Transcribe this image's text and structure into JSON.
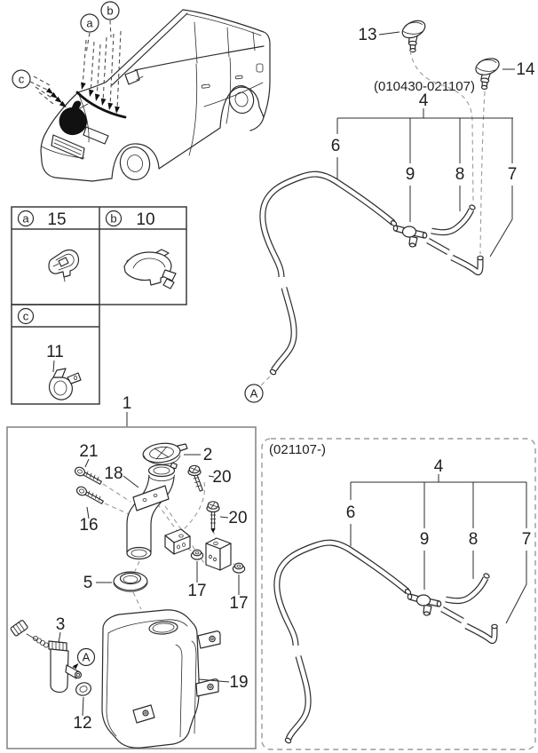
{
  "colors": {
    "background": "#ffffff",
    "line": "#2b2b2b",
    "text": "#1f1f1f",
    "box_border": "#8f8f8f",
    "dashed_leader": "#9a9a9a",
    "solid_fill": "#111111"
  },
  "van": {
    "callout_a": "a",
    "callout_b": "b",
    "callout_c": "c"
  },
  "clip_table": {
    "cell_a": {
      "letter": "a",
      "part_no": "15"
    },
    "cell_b": {
      "letter": "b",
      "part_no": "10"
    },
    "cell_c": {
      "letter": "c",
      "part_no": "11"
    }
  },
  "hose_early": {
    "range_code": "(010430-021107)",
    "nozzle_left": "13",
    "nozzle_right": "14",
    "hose_group": "4",
    "washer_hose": "6",
    "joint": "9",
    "branch_hose": "8",
    "rear_hose": "7",
    "view_ref": "A"
  },
  "hose_late": {
    "range_code": "(021107-)",
    "hose_group": "4",
    "washer_hose": "6",
    "joint": "9",
    "branch_hose": "8",
    "rear_hose": "7"
  },
  "reservoir": {
    "assembly": "1",
    "cap": "2",
    "motor_pump": "3",
    "packing": "5",
    "grommet": "12",
    "bolt_upper": "21",
    "bolt_lower": "16",
    "filler_neck": "18",
    "screw_upper": "20",
    "screw_lower": "20",
    "nut_left": "17",
    "nut_right": "17",
    "tank": "19",
    "view_ref": "A"
  }
}
